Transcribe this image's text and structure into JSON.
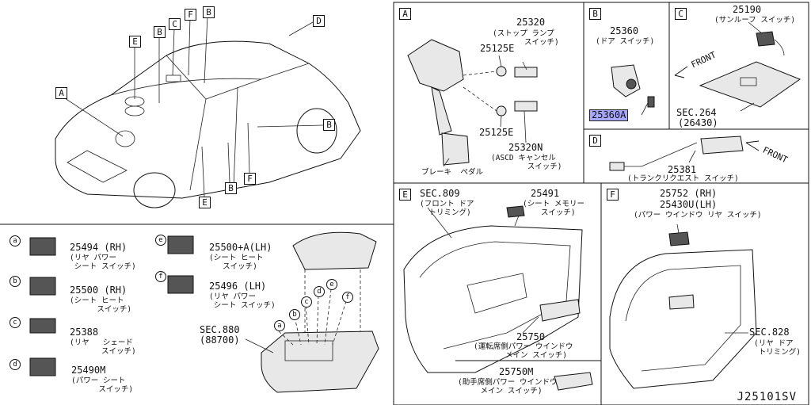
{
  "footer_code": "J25101SV",
  "overview": {
    "callouts": [
      "A",
      "B",
      "C",
      "F",
      "B",
      "D",
      "E",
      "B",
      "B",
      "E",
      "F"
    ]
  },
  "panel_A": {
    "label": "A",
    "parts": [
      {
        "num": "25320",
        "desc": "(ストップ ランプ\n       スイッチ)"
      },
      {
        "num": "25125E",
        "desc": ""
      },
      {
        "num": "25125E",
        "desc": ""
      },
      {
        "num": "25320N",
        "desc": "(ASCD キャンセル\n        スイッチ)"
      }
    ],
    "pedal_label": "ブレーキ  ペダル"
  },
  "panel_B": {
    "label": "B",
    "num": "25360",
    "desc": "(ドア スイッチ)",
    "highlight": "25360A"
  },
  "panel_C": {
    "label": "C",
    "num": "25190",
    "desc": "(サンルーフ スイッチ)",
    "front": "FRONT",
    "sec": "SEC.264",
    "sec_sub": "(26430)"
  },
  "panel_D": {
    "label": "D",
    "num": "25381",
    "desc": "(トランクリクエスト スイッチ)",
    "front": "FRONT"
  },
  "panel_E": {
    "label": "E",
    "sec": "SEC.809",
    "sec_desc": "(フロント ドア\n  トリミング)",
    "p1_num": "25491",
    "p1_desc": "(シート メモリー\n    スイッチ)",
    "p2_num": "25750",
    "p2_desc": "(運転席側パワー ウインドウ\n       メイン スイッチ)",
    "p3_num": "25750M",
    "p3_desc": "(助手席側パワー ウインドウ\n     メイン スイッチ)"
  },
  "panel_F": {
    "label": "F",
    "p1": "25752 (RH)",
    "p2": "25430U(LH)",
    "desc": "(パワー ウインドウ リヤ スイッチ)",
    "sec": "SEC.828",
    "sec_desc": "(リヤ ドア\n トリミング)"
  },
  "console": {
    "items": [
      {
        "key": "a",
        "num": "25494 (RH)",
        "desc": "(リヤ パワー\n シート スイッチ)"
      },
      {
        "key": "b",
        "num": "25500 (RH)",
        "desc": "(シート ヒート\n      スイッチ)"
      },
      {
        "key": "c",
        "num": "25388",
        "desc": "(リヤ   シェード\n       スイッチ)"
      },
      {
        "key": "d",
        "num": "25490M",
        "desc": "(パワー シート\n      スイッチ)"
      },
      {
        "key": "e",
        "num": "25500+A(LH)",
        "desc": "(シート ヒート\n   スイッチ)"
      },
      {
        "key": "f",
        "num": "25496 (LH)",
        "desc": "(リヤ パワー\n シート スイッチ)"
      }
    ],
    "sec": "SEC.880",
    "sec_sub": "(88700)",
    "assembly_keys": [
      "a",
      "b",
      "c",
      "d",
      "e",
      "f"
    ]
  }
}
